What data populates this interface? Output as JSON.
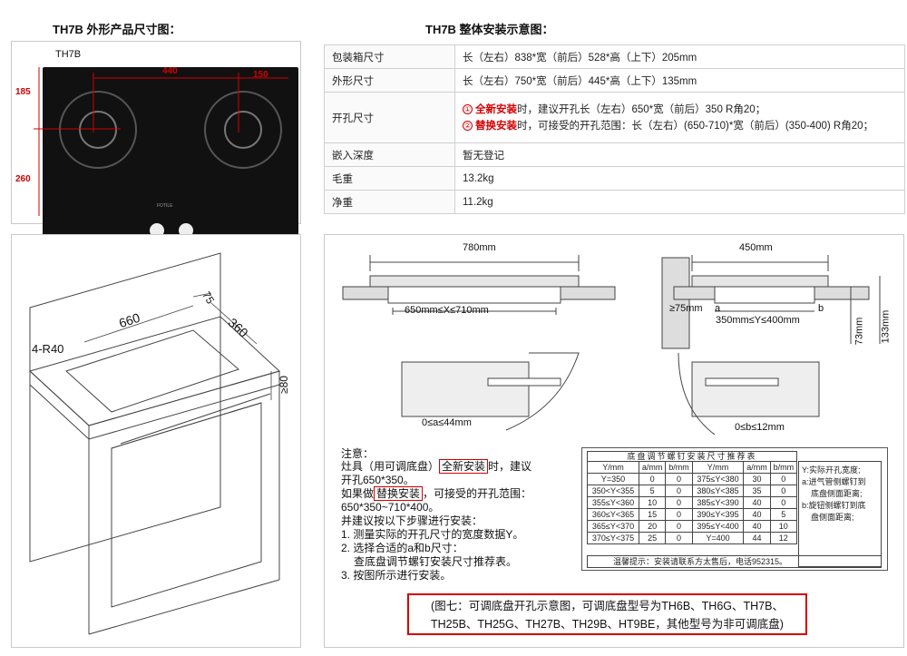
{
  "headings": {
    "left": "TH7B 外形产品尺寸图：",
    "right": "TH7B 整体安装示意图："
  },
  "photo": {
    "model_label": "TH7B",
    "dim_440": "440",
    "dim_150": "150",
    "dim_185": "185",
    "dim_260": "260",
    "brand": "FOTILE"
  },
  "specs": [
    {
      "key": "包装箱尺寸",
      "value": "长（左右）838*宽（前后）528*高（上下）205mm"
    },
    {
      "key": "外形尺寸",
      "value": "长（左右）750*宽（前后）445*高（上下）135mm"
    },
    {
      "key": "开孔尺寸",
      "line1_num": "①",
      "line1_red": "全新安装",
      "line1_rest": "时，建议开孔长（左右）650*宽（前后）350 R角20；",
      "line2_num": "②",
      "line2_red": "替换安装",
      "line2_rest": "时，可接受的开孔范围：长（左右）(650-710)*宽（前后）(350-400) R角20；"
    },
    {
      "key": "嵌入深度",
      "value": "暂无登记"
    },
    {
      "key": "毛重",
      "value": "13.2kg"
    },
    {
      "key": "净重",
      "value": "11.2kg"
    }
  ],
  "cabinet": {
    "dim_660": "660",
    "dim_360": "360",
    "dim_75": "75",
    "dim_r40": "4-R40",
    "dim_80": "≥80"
  },
  "install": {
    "w780": "780mm",
    "w450": "450mm",
    "x_range": "650mm≤X≤710mm",
    "ge75": "≥75mm",
    "a": "a",
    "b": "b",
    "y_range": "350mm≤Y≤400mm",
    "h73": "73mm",
    "h133": "133mm",
    "a_range": "0≤a≤44mm",
    "b_range": "0≤b≤12mm"
  },
  "notes": {
    "title": "注意：",
    "l1_pre": "灶具（用可调底盘）",
    "l1_box": "全新安装",
    "l1_post": "时，建议",
    "l2": "开孔650*350。",
    "l3_pre": "如果做",
    "l3_box": "替换安装",
    "l3_post": "，可接受的开孔范围：",
    "l4": "650*350~710*400。",
    "l5": "并建议按以下步骤进行安装：",
    "l6": "1. 测量实际的开孔尺寸的宽度数据Y。",
    "l7": "2. 选择合适的a和b尺寸：",
    "l8": "查底盘调节螺钉安装尺寸推荐表。",
    "l9": "3. 按图所示进行安装。"
  },
  "rec_table": {
    "title": "底盘调节螺钉安装尺寸推荐表",
    "headers": [
      "Y/mm",
      "a/mm",
      "b/mm",
      "Y/mm",
      "a/mm",
      "b/mm"
    ],
    "rows": [
      [
        "Y=350",
        "0",
        "0",
        "375≤Y<380",
        "30",
        "0"
      ],
      [
        "350<Y<355",
        "5",
        "0",
        "380≤Y<385",
        "35",
        "0"
      ],
      [
        "355≤Y<360",
        "10",
        "0",
        "385≤Y<390",
        "40",
        "0"
      ],
      [
        "360≤Y<365",
        "15",
        "0",
        "390≤Y<395",
        "40",
        "5"
      ],
      [
        "365≤Y<370",
        "20",
        "0",
        "395≤Y<400",
        "40",
        "10"
      ],
      [
        "370≤Y<375",
        "25",
        "0",
        "Y=400",
        "44",
        "12"
      ]
    ],
    "side_l1": "Y:实际开孔宽度;",
    "side_l2": "a:进气管侧螺钉到",
    "side_l3": "底盘侧面距离;",
    "side_l4": "b:旋钮侧螺钉到底",
    "side_l5": "盘侧面距离;",
    "tip": "温馨提示：安装请联系方太售后，电话952315。"
  },
  "caption": {
    "line1": "(图七：可调底盘开孔示意图，可调底盘型号为TH6B、TH6G、TH7B、",
    "line2": "TH25B、TH25G、TH27B、TH29B、HT9BE，其他型号为非可调底盘)"
  },
  "colors": {
    "accent_red": "#d40000",
    "hob_black": "#111111",
    "border": "#c9c9c9"
  }
}
